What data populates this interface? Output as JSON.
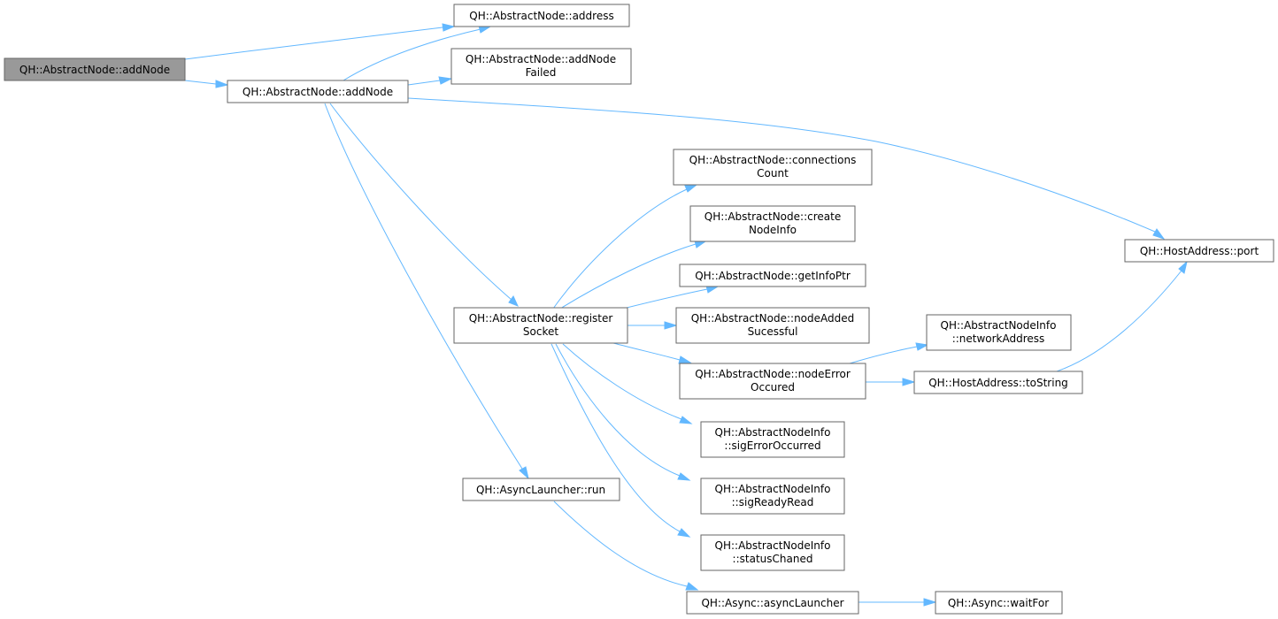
{
  "nodes": {
    "root_addnode": {
      "lines": [
        "QH::AbstractNode::addNode"
      ],
      "root": true
    },
    "address": {
      "lines": [
        "QH::AbstractNode::address"
      ]
    },
    "addnode": {
      "lines": [
        "QH::AbstractNode::addNode"
      ]
    },
    "addnode_failed": {
      "lines": [
        "QH::AbstractNode::addNode",
        "Failed"
      ]
    },
    "register_socket": {
      "lines": [
        "QH::AbstractNode::register",
        "Socket"
      ]
    },
    "async_run": {
      "lines": [
        "QH::AsyncLauncher::run"
      ]
    },
    "connections_count": {
      "lines": [
        "QH::AbstractNode::connections",
        "Count"
      ]
    },
    "create_nodeinfo": {
      "lines": [
        "QH::AbstractNode::create",
        "NodeInfo"
      ]
    },
    "getinfoptr": {
      "lines": [
        "QH::AbstractNode::getInfoPtr"
      ]
    },
    "node_added": {
      "lines": [
        "QH::AbstractNode::nodeAdded",
        "Sucessful"
      ]
    },
    "node_error": {
      "lines": [
        "QH::AbstractNode::nodeError",
        "Occured"
      ]
    },
    "sig_error": {
      "lines": [
        "QH::AbstractNodeInfo",
        "::sigErrorOccurred"
      ]
    },
    "sig_ready": {
      "lines": [
        "QH::AbstractNodeInfo",
        "::sigReadyRead"
      ]
    },
    "status_chaned": {
      "lines": [
        "QH::AbstractNodeInfo",
        "::statusChaned"
      ]
    },
    "async_launcher": {
      "lines": [
        "QH::Async::asyncLauncher"
      ]
    },
    "network_address": {
      "lines": [
        "QH::AbstractNodeInfo",
        "::networkAddress"
      ]
    },
    "to_string": {
      "lines": [
        "QH::HostAddress::toString"
      ]
    },
    "wait_for": {
      "lines": [
        "QH::Async::waitFor"
      ]
    },
    "port": {
      "lines": [
        "QH::HostAddress::port"
      ]
    }
  },
  "colors": {
    "edge": "#63b8ff",
    "border": "#666666",
    "root_fill": "#999999"
  }
}
